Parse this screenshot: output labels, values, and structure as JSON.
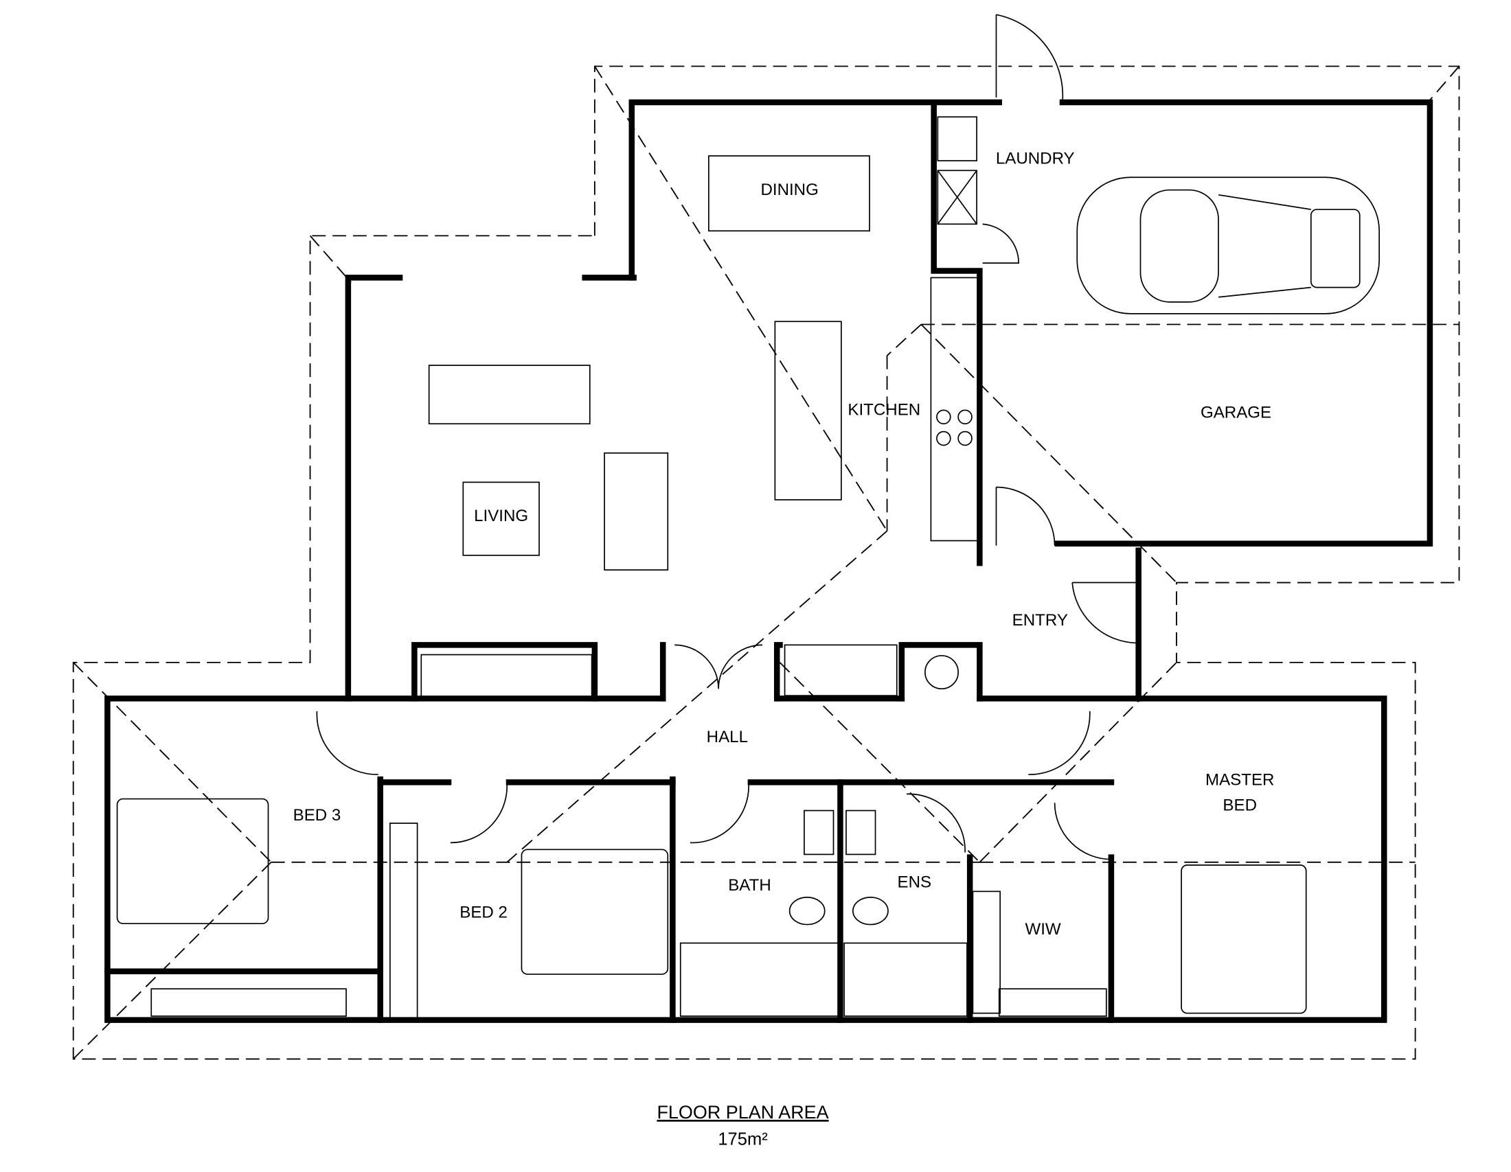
{
  "rooms": {
    "dining": "DINING",
    "laundry": "LAUNDRY",
    "kitchen": "KITCHEN",
    "garage": "GARAGE",
    "living": "LIVING",
    "entry": "ENTRY",
    "hall": "HALL",
    "bed3": "BED 3",
    "bed2": "BED 2",
    "bath": "BATH",
    "ens": "ENS",
    "wiw": "WIW",
    "master_line1": "MASTER",
    "master_line2": "BED"
  },
  "footer": {
    "title": "FLOOR PLAN AREA",
    "area": "175m²"
  },
  "colors": {
    "line": "#000000",
    "background": "#ffffff"
  }
}
